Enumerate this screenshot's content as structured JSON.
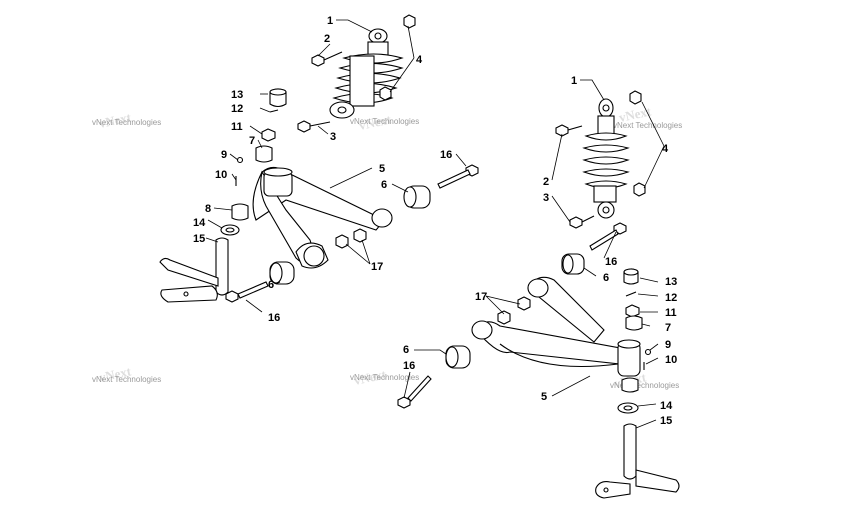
{
  "callouts": [
    {
      "id": "l-1",
      "text": "1"
    },
    {
      "id": "l-2",
      "text": "2"
    },
    {
      "id": "l-3",
      "text": "3"
    },
    {
      "id": "l-4",
      "text": "4"
    },
    {
      "id": "l-5",
      "text": "5"
    },
    {
      "id": "l-6a",
      "text": "6"
    },
    {
      "id": "l-6b",
      "text": "6"
    },
    {
      "id": "l-7",
      "text": "7"
    },
    {
      "id": "l-8",
      "text": "8"
    },
    {
      "id": "l-9",
      "text": "9"
    },
    {
      "id": "l-10",
      "text": "10"
    },
    {
      "id": "l-11",
      "text": "11"
    },
    {
      "id": "l-12",
      "text": "12"
    },
    {
      "id": "l-13",
      "text": "13"
    },
    {
      "id": "l-14",
      "text": "14"
    },
    {
      "id": "l-15",
      "text": "15"
    },
    {
      "id": "l-16a",
      "text": "16"
    },
    {
      "id": "l-16b",
      "text": "16"
    },
    {
      "id": "l-17",
      "text": "17"
    },
    {
      "id": "r-1",
      "text": "1"
    },
    {
      "id": "r-2",
      "text": "2"
    },
    {
      "id": "r-3",
      "text": "3"
    },
    {
      "id": "r-4",
      "text": "4"
    },
    {
      "id": "r-5",
      "text": "5"
    },
    {
      "id": "r-6a",
      "text": "6"
    },
    {
      "id": "r-6b",
      "text": "6"
    },
    {
      "id": "r-7",
      "text": "7"
    },
    {
      "id": "r-9",
      "text": "9"
    },
    {
      "id": "r-10",
      "text": "10"
    },
    {
      "id": "r-11",
      "text": "11"
    },
    {
      "id": "r-12",
      "text": "12"
    },
    {
      "id": "r-13",
      "text": "13"
    },
    {
      "id": "r-14",
      "text": "14"
    },
    {
      "id": "r-15",
      "text": "15"
    },
    {
      "id": "r-16a",
      "text": "16"
    },
    {
      "id": "r-16b",
      "text": "16"
    },
    {
      "id": "r-17",
      "text": "17"
    }
  ],
  "watermark": "vNext Technologies"
}
